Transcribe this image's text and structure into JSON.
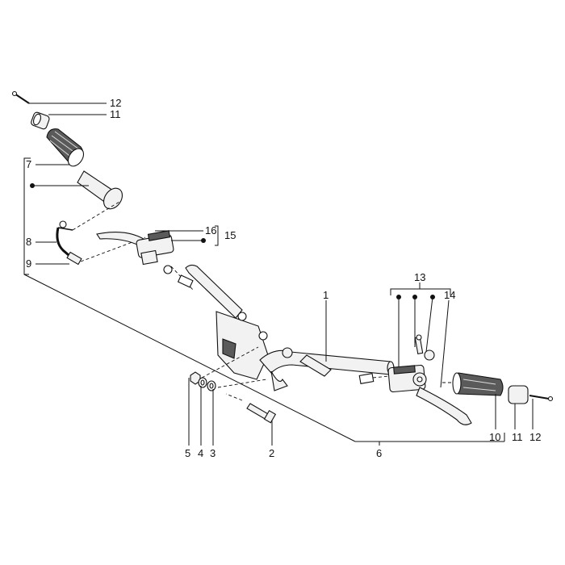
{
  "callouts": {
    "c1": "1",
    "c2": "2",
    "c3": "3",
    "c4": "4",
    "c5": "5",
    "c6": "6",
    "c7": "7",
    "c8": "8",
    "c9": "9",
    "c10": "10",
    "c11_left": "11",
    "c11_right": "11",
    "c12_left": "12",
    "c12_right": "12",
    "c13": "13",
    "c14": "14",
    "c15": "15",
    "c16": "16"
  }
}
